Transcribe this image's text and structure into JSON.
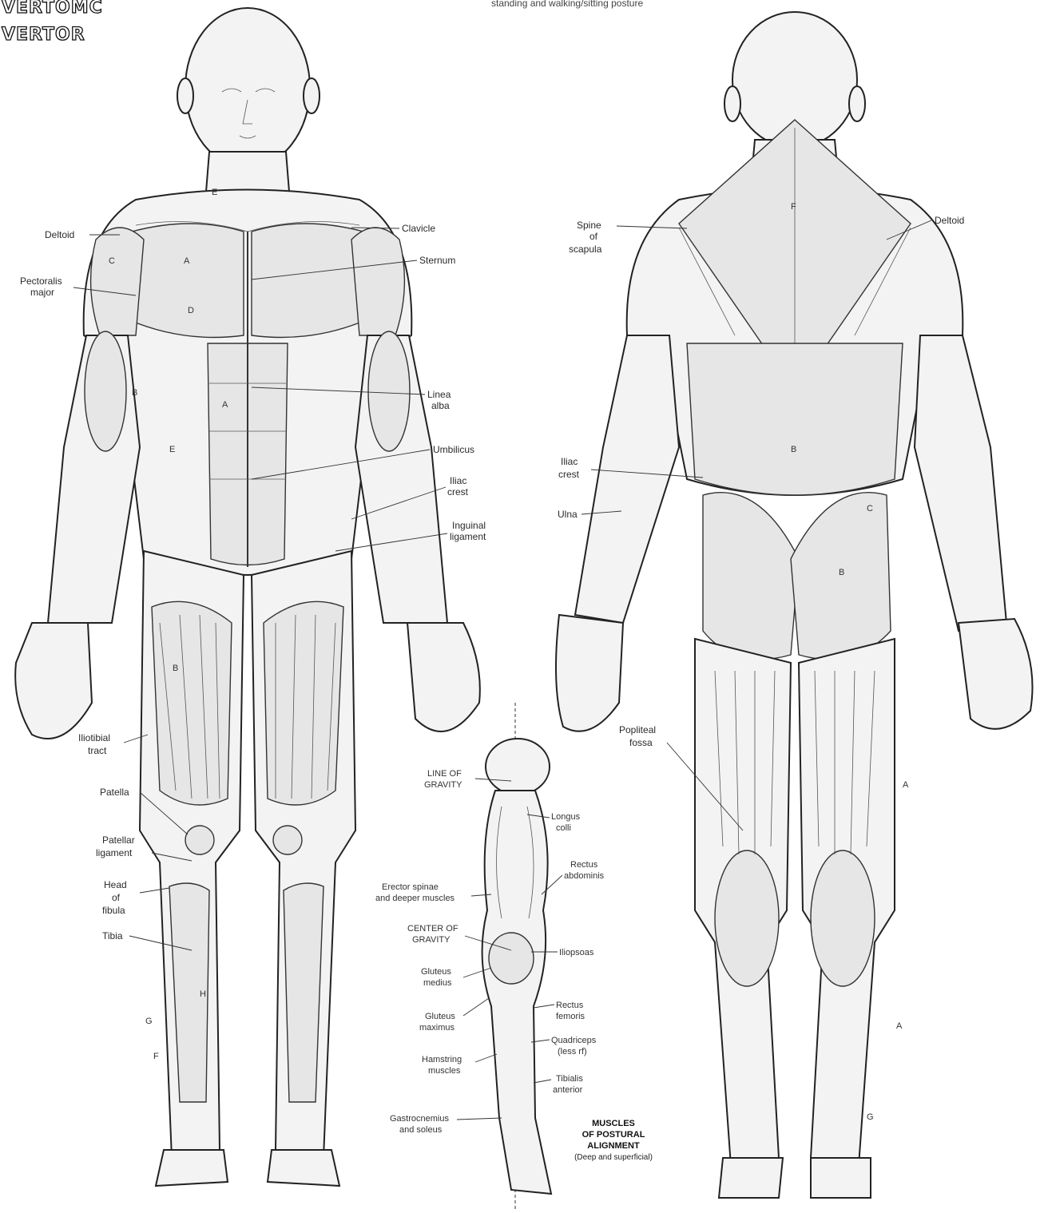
{
  "header": {
    "line1": "VERTOMC",
    "line2": "VERTOR",
    "subtitle": "standing and walking/sitting posture"
  },
  "anterior_labels": [
    {
      "id": "deltoid",
      "text": "Deltoid"
    },
    {
      "id": "pectoralis-major",
      "lines": [
        "Pectoralis",
        "major"
      ]
    },
    {
      "id": "clavicle",
      "text": "Clavicle"
    },
    {
      "id": "sternum",
      "text": "Sternum"
    },
    {
      "id": "linea-alba",
      "lines": [
        "Linea",
        "alba"
      ]
    },
    {
      "id": "umbilicus",
      "text": "Umbilicus"
    },
    {
      "id": "iliac-crest",
      "lines": [
        "Iliac",
        "crest"
      ]
    },
    {
      "id": "inguinal-ligament",
      "lines": [
        "Inguinal",
        "ligament"
      ]
    },
    {
      "id": "iliotibial-tract",
      "lines": [
        "Iliotibial",
        "tract"
      ]
    },
    {
      "id": "patella",
      "text": "Patella"
    },
    {
      "id": "patellar-ligament",
      "lines": [
        "Patellar",
        "ligament"
      ]
    },
    {
      "id": "head-of-fibula",
      "lines": [
        "Head",
        "of",
        "fibula"
      ]
    },
    {
      "id": "tibia",
      "text": "Tibia"
    }
  ],
  "posterior_labels": [
    {
      "id": "spine-of-scapula",
      "lines": [
        "Spine",
        "of",
        "scapula"
      ]
    },
    {
      "id": "deltoid-post",
      "text": "Deltoid"
    },
    {
      "id": "iliac-crest-post",
      "lines": [
        "Iliac",
        "crest"
      ]
    },
    {
      "id": "ulna",
      "text": "Ulna"
    },
    {
      "id": "popliteal-fossa",
      "lines": [
        "Popliteal",
        "fossa"
      ]
    }
  ],
  "lateral_labels": [
    {
      "id": "line-of-gravity",
      "lines": [
        "LINE OF",
        "GRAVITY"
      ]
    },
    {
      "id": "longus-colli",
      "lines": [
        "Longus",
        "colli"
      ]
    },
    {
      "id": "rectus-abdominis",
      "lines": [
        "Rectus",
        "abdominis"
      ]
    },
    {
      "id": "erector-spinae",
      "lines": [
        "Erector spinae",
        "and deeper muscles"
      ]
    },
    {
      "id": "center-of-gravity",
      "lines": [
        "CENTER OF",
        "GRAVITY"
      ]
    },
    {
      "id": "iliopsoas",
      "text": "Iliopsoas"
    },
    {
      "id": "gluteus-medius",
      "lines": [
        "Gluteus",
        "medius"
      ]
    },
    {
      "id": "gluteus-maximus",
      "lines": [
        "Gluteus",
        "maximus"
      ]
    },
    {
      "id": "rectus-femoris",
      "lines": [
        "Rectus",
        "femoris"
      ]
    },
    {
      "id": "quadriceps",
      "lines": [
        "Quadriceps",
        "(less rf)"
      ]
    },
    {
      "id": "hamstring",
      "lines": [
        "Hamstring",
        "muscles"
      ]
    },
    {
      "id": "tibialis-anterior",
      "lines": [
        "Tibialis",
        "anterior"
      ]
    },
    {
      "id": "gastrocnemius",
      "lines": [
        "Gastrocnemius",
        "and soleus"
      ]
    }
  ],
  "caption": {
    "title_lines": [
      "MUSCLES",
      "OF POSTURAL",
      "ALIGNMENT"
    ],
    "note": "(Deep and superficial)"
  },
  "letters": {
    "A": "A",
    "B": "B",
    "C": "C",
    "D": "D",
    "E": "E",
    "F": "F",
    "G": "G",
    "H": "H"
  }
}
